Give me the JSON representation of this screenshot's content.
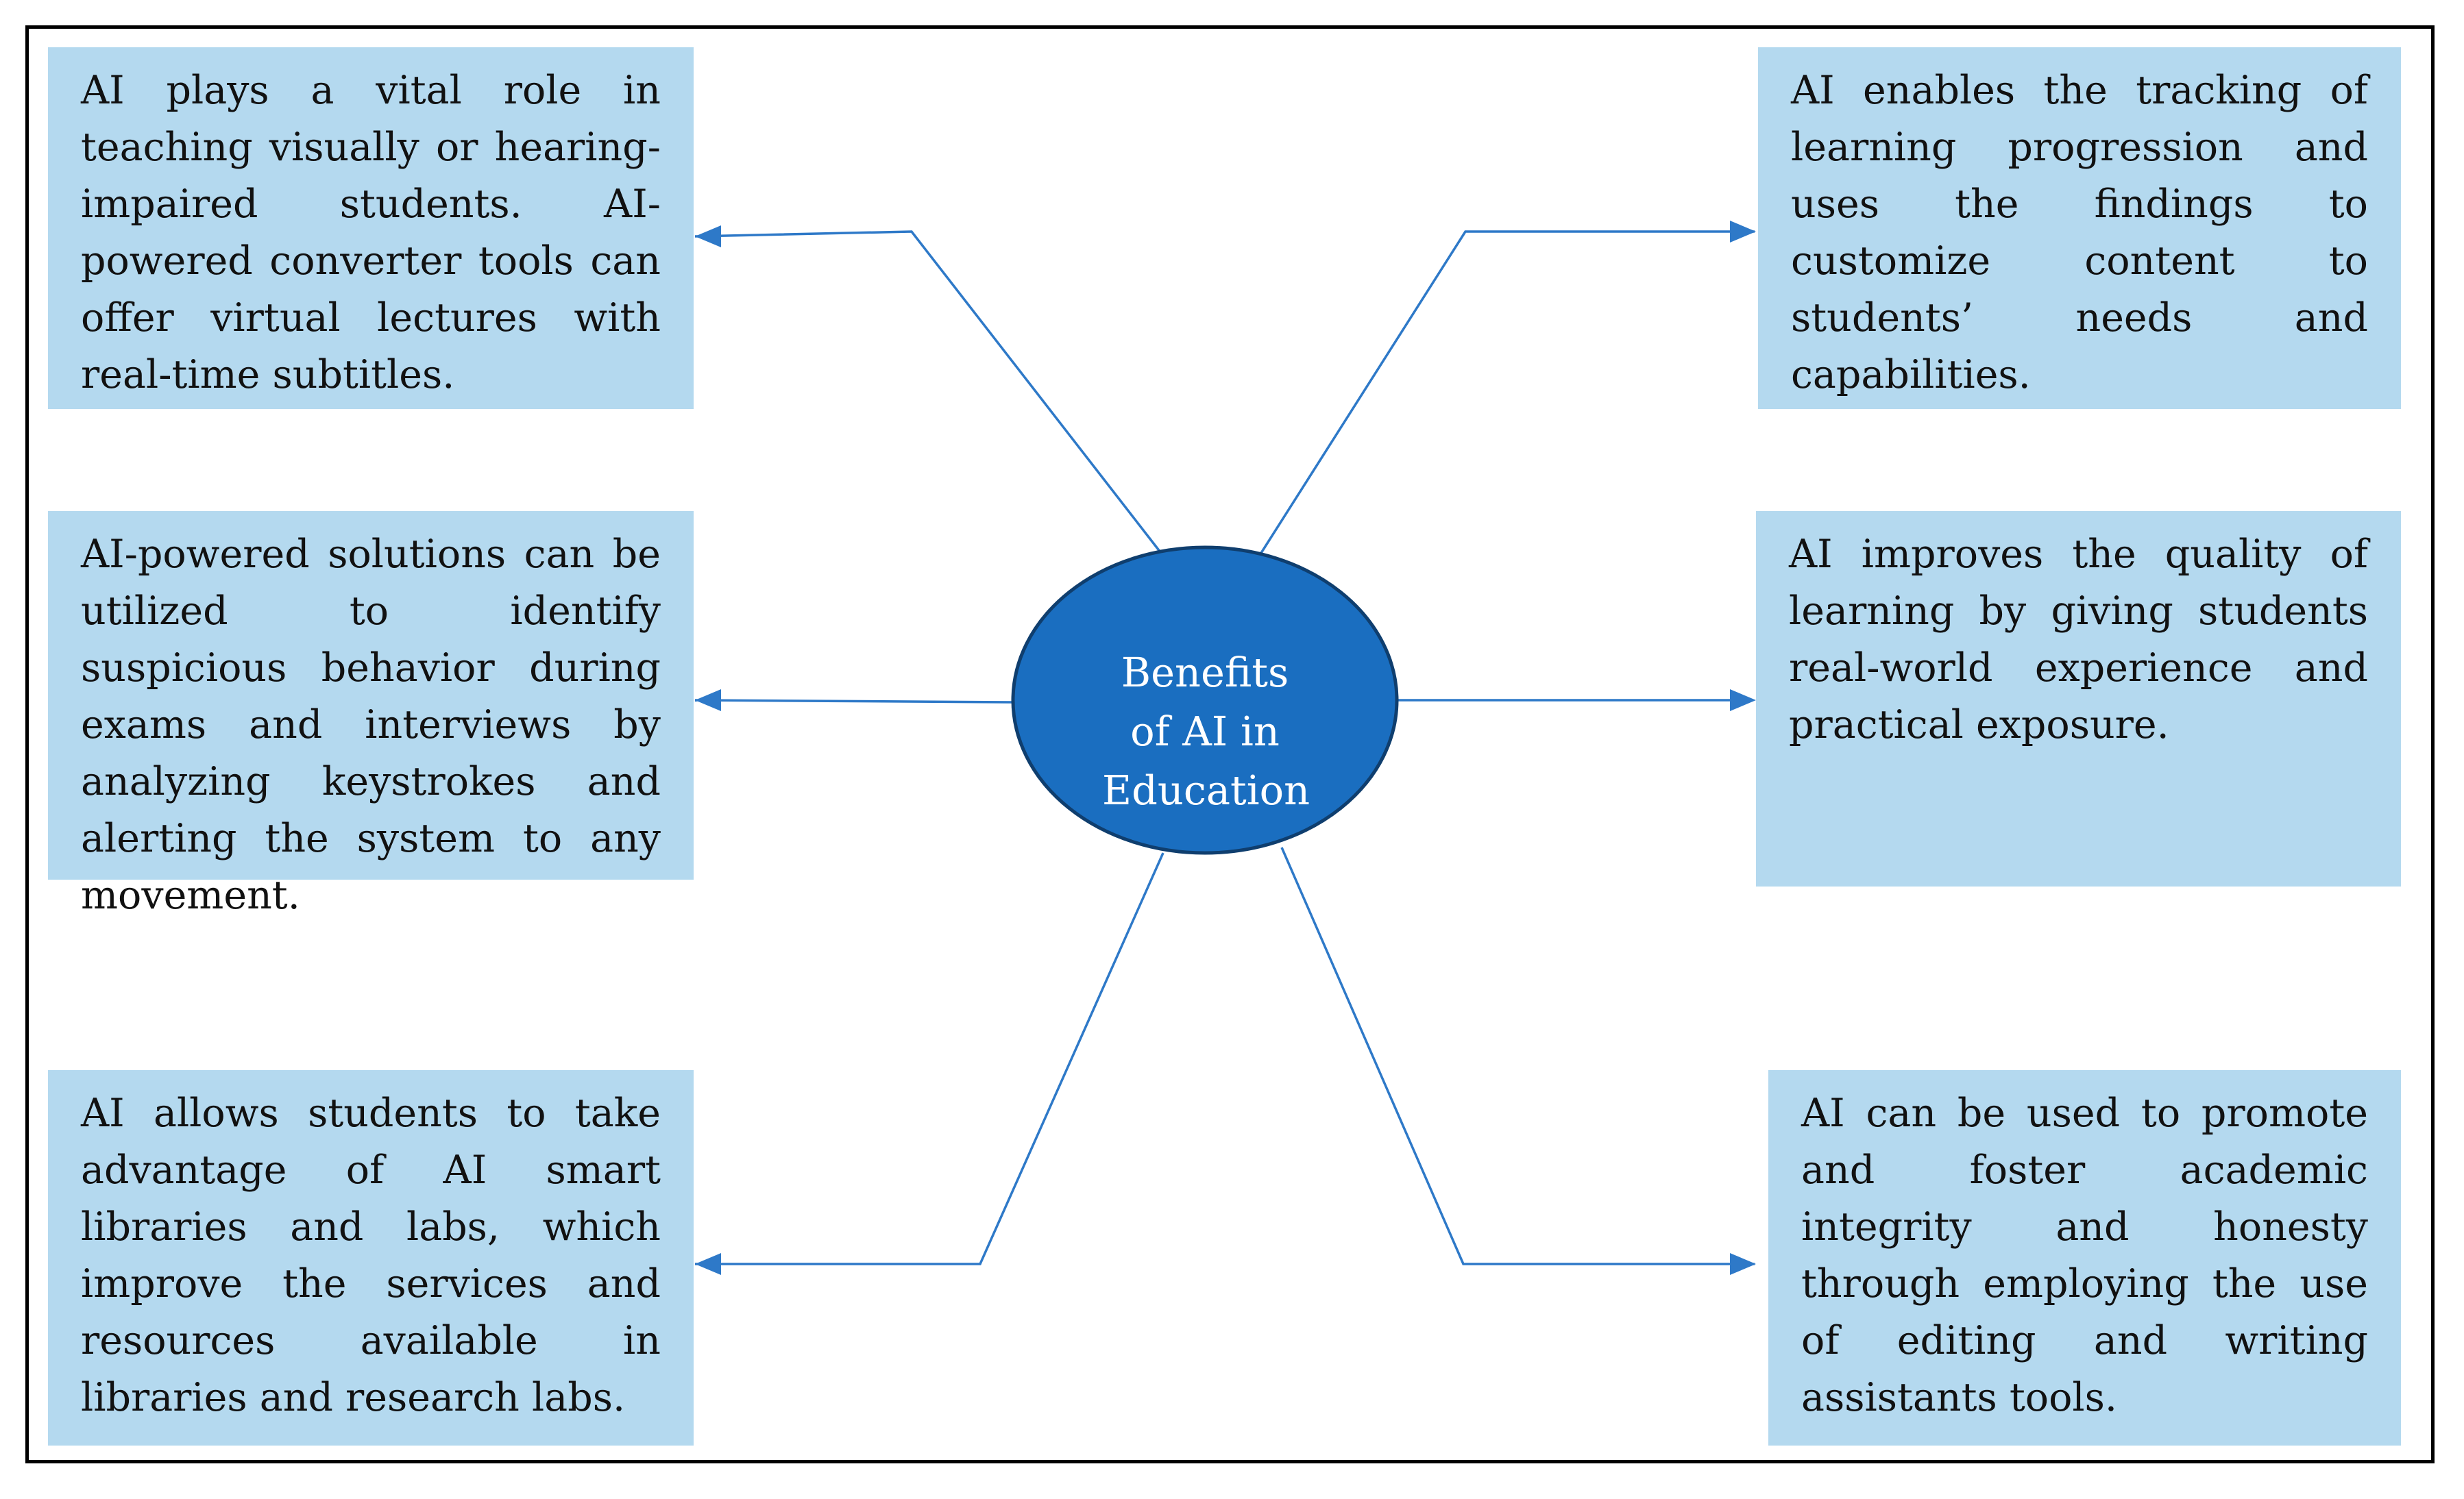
{
  "hub": {
    "label": "Benefits of AI in Education",
    "fill_color": "#1a6ec0",
    "stroke_color": "#0f3e6e"
  },
  "colors": {
    "box_fill": "#b4d9ef",
    "connector": "#2e79c8",
    "frame": "#000000"
  },
  "benefits": {
    "top_left": "AI plays a vital role in teaching visually or hearing-impaired students. AI-powered converter tools can offer virtual lectures with real-time subtitles.",
    "mid_left": "AI-powered solutions can be utilized to identify suspicious behavior during exams and interviews by analyzing keystrokes and alerting the system to any movement.",
    "bottom_left": "AI allows students to take advantage of AI smart libraries and labs, which improve the services and resources available in libraries and research labs.",
    "top_right": "AI enables the tracking of learning progression and uses the findings to customize content to students’ needs and capabilities.",
    "mid_right": "AI improves the quality of learning by giving students real-world experience and practical exposure.",
    "bottom_right": "AI can be used to promote and foster academic integrity and honesty through employing the use of editing and writing assistants tools."
  }
}
